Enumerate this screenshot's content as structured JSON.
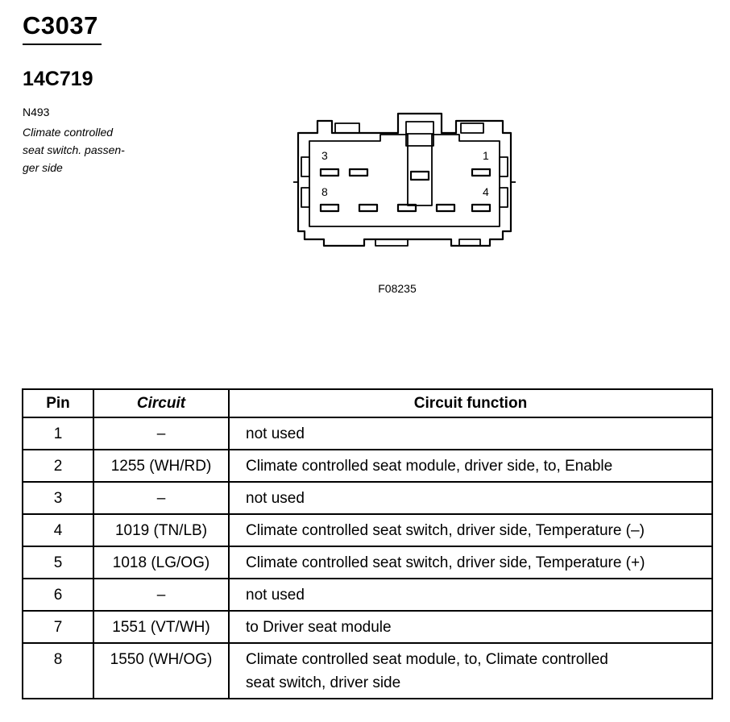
{
  "header": {
    "connector_id": "C3037",
    "part_number": "14C719",
    "description_code": "N493",
    "description_lines": [
      "Climate controlled",
      "seat switch. passen-",
      "ger side"
    ]
  },
  "diagram": {
    "pin_labels": [
      "3",
      "1",
      "8",
      "4"
    ],
    "figure_code": "F08235"
  },
  "table": {
    "headers": {
      "pin": "Pin",
      "circuit": "Circuit",
      "function": "Circuit function"
    },
    "rows": [
      {
        "pin": "1",
        "circuit": "–",
        "function": [
          "not used"
        ]
      },
      {
        "pin": "2",
        "circuit": "1255 (WH/RD)",
        "function": [
          "Climate controlled seat module, driver side, to, Enable"
        ]
      },
      {
        "pin": "3",
        "circuit": "–",
        "function": [
          "not used"
        ]
      },
      {
        "pin": "4",
        "circuit": "1019 (TN/LB)",
        "function": [
          "Climate controlled seat switch, driver side, Temperature (–)"
        ]
      },
      {
        "pin": "5",
        "circuit": "1018 (LG/OG)",
        "function": [
          "Climate controlled seat switch, driver side, Temperature (+)"
        ]
      },
      {
        "pin": "6",
        "circuit": "–",
        "function": [
          "not used"
        ]
      },
      {
        "pin": "7",
        "circuit": "1551 (VT/WH)",
        "function": [
          "to Driver seat module"
        ]
      },
      {
        "pin": "8",
        "circuit": "1550 (WH/OG)",
        "function": [
          "Climate controlled seat module, to, Climate controlled",
          "seat switch, driver side"
        ]
      }
    ]
  }
}
